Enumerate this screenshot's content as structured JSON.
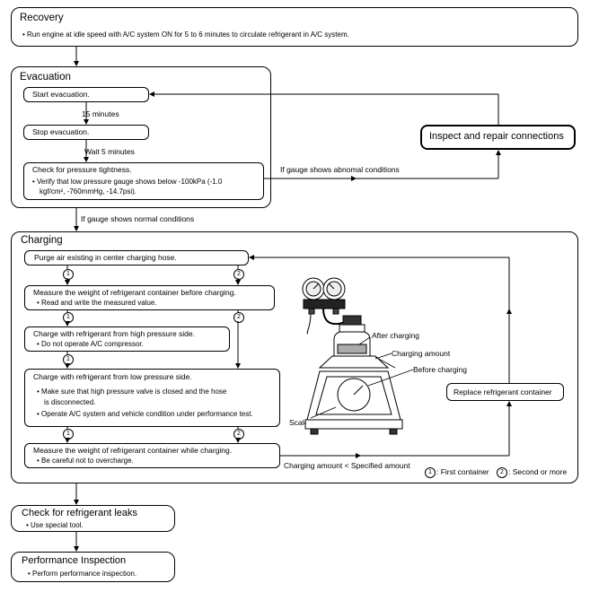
{
  "recovery": {
    "title": "Recovery",
    "item": "• Run engine at idle speed with A/C system ON for 5 to 6 minutes to circulate refrigerant in A/C system."
  },
  "evacuation": {
    "title": "Evacuation",
    "start": "Start evacuation.",
    "min15": "15 minutes",
    "stop": "Stop evacuation.",
    "wait5": "Wait 5 minutes",
    "check_title": "Check for pressure tightness.",
    "check_item1": "• Verify that low pressure gauge shows below -100kPa (-1.0",
    "check_item2": "kgf/cm², -760mmHg, -14.7psi).",
    "abnormal": "If gauge shows abnomal conditions",
    "normal": "If gauge shows normal conditions"
  },
  "inspect": {
    "label": "Inspect and repair connections"
  },
  "charging": {
    "title": "Charging",
    "purge": "Purge air existing in center charging hose.",
    "measure_title": "Measure the weight of refrigerant container before charging.",
    "measure_item": "• Read and write the measured value.",
    "high_title": "Charge with refrigerant from high pressure side.",
    "high_item": "• Do not operate A/C compressor.",
    "low_title": "Charge with refrigerant from low pressure side.",
    "low_item1": "• Make sure that high pressure valve is closed and the hose",
    "low_item2": "is disconnected.",
    "low_item3": "• Operate A/C system and vehicle condition under performance test.",
    "while_title": "Measure  the weight of refrigerant container while charging.",
    "while_item": "• Be careful not to overcharge.",
    "compare": "Charging amount  <  Specified amount",
    "replace": "Replace refrigerant container",
    "legend1_num": "1",
    "legend1": ":  First container",
    "legend2_num": "2",
    "legend2": ":  Second or more",
    "c1": "1",
    "c2": "2",
    "fig_after": "After charging",
    "fig_amount": "Charging amount",
    "fig_before": "Before charging",
    "fig_scale": "Scale"
  },
  "leaks": {
    "title": "Check for refrigerant leaks",
    "item": "• Use special tool."
  },
  "perf": {
    "title": "Performance Inspection",
    "item": "• Perform performance inspection."
  }
}
